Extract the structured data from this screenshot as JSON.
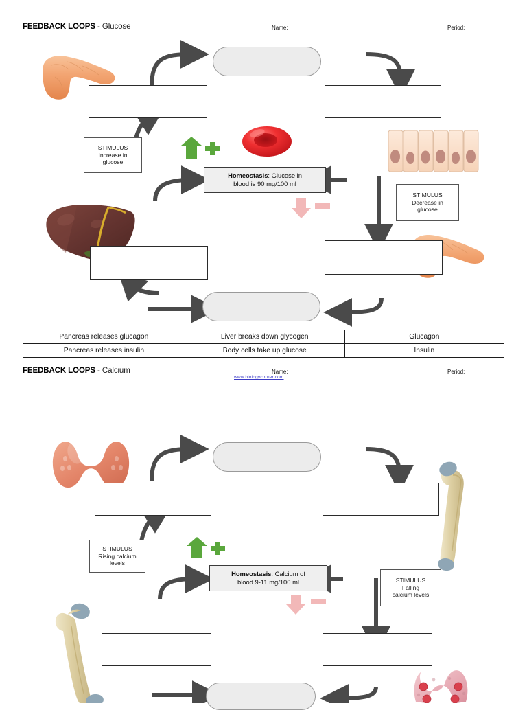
{
  "document": {
    "title_bold": "FEEDBACK LOOPS",
    "credit_url": "www.biologycorner.com"
  },
  "worksheets": [
    {
      "id": "glucose",
      "header": {
        "title_bold": "FEEDBACK LOOPS",
        "title_rest": " - Glucose",
        "name_label": "Name:",
        "period_label": "Period:"
      },
      "homeostasis": {
        "label": "Homeostasis",
        "separator": ":  ",
        "text_line1": "Glucose in",
        "text_line2": "blood is 90 mg/100 ml",
        "full_text": "Homeostasis:  Glucose in blood is 90 mg/100 ml"
      },
      "stimulus_left": {
        "heading": "STIMULUS",
        "line1": "Increase in",
        "line2": "glucose"
      },
      "stimulus_right": {
        "heading": "STIMULUS",
        "line1": "Decrease in",
        "line2": "glucose"
      },
      "blank_boxes": [
        {
          "name": "top-response-oval",
          "value": ""
        },
        {
          "name": "upper-left-rect",
          "value": ""
        },
        {
          "name": "upper-right-rect",
          "value": ""
        },
        {
          "name": "lower-left-rect",
          "value": ""
        },
        {
          "name": "lower-right-rect",
          "value": ""
        },
        {
          "name": "bottom-response-oval",
          "value": ""
        }
      ],
      "illustrations": [
        {
          "name": "pancreas-icon",
          "position": "top-left"
        },
        {
          "name": "liver-icon",
          "position": "mid-left"
        },
        {
          "name": "red-blood-cell-icon",
          "position": "center"
        },
        {
          "name": "body-cells-icon",
          "position": "mid-right"
        },
        {
          "name": "pancreas-icon",
          "position": "lower-right"
        }
      ],
      "indicators": {
        "increase_arrow": "green-up-arrow-icon",
        "increase_sign": "green-plus-icon",
        "decrease_arrow": "pink-down-arrow-icon",
        "decrease_sign": "pink-minus-icon"
      },
      "answer_bank": {
        "rows": [
          [
            "Pancreas releases glucagon",
            "Liver breaks down glycogen",
            "Glucagon"
          ],
          [
            "Pancreas releases insulin",
            "Body cells take up glucose",
            "Insulin"
          ]
        ]
      }
    },
    {
      "id": "calcium",
      "header": {
        "title_bold": "FEEDBACK LOOPS",
        "title_rest": " - Calcium",
        "name_label": "Name:",
        "period_label": "Period:",
        "credit": "www.biologycorner.com"
      },
      "homeostasis": {
        "label": "Homeostasis",
        "separator": ":  ",
        "text_line1": "Calcium of",
        "text_line2": "blood 9-11 mg/100 ml",
        "full_text": "Homeostasis:  Calcium of blood 9-11 mg/100 ml"
      },
      "stimulus_left": {
        "heading": "STIMULUS",
        "line1": "Rising calcium",
        "line2": "levels"
      },
      "stimulus_right": {
        "heading": "STIMULUS",
        "line1": "Falling",
        "line2": "calcium levels"
      },
      "blank_boxes": [
        {
          "name": "top-response-oval",
          "value": ""
        },
        {
          "name": "upper-left-rect",
          "value": ""
        },
        {
          "name": "upper-right-rect",
          "value": ""
        },
        {
          "name": "lower-left-rect",
          "value": ""
        },
        {
          "name": "lower-right-rect",
          "value": ""
        },
        {
          "name": "bottom-response-oval",
          "value": ""
        }
      ],
      "illustrations": [
        {
          "name": "thyroid-icon",
          "position": "top-left"
        },
        {
          "name": "bone-icon",
          "position": "top-right"
        },
        {
          "name": "bone-icon",
          "position": "lower-left"
        },
        {
          "name": "parathyroid-icon",
          "position": "lower-right"
        }
      ],
      "indicators": {
        "increase_arrow": "green-up-arrow-icon",
        "increase_sign": "green-plus-icon",
        "decrease_arrow": "pink-down-arrow-icon",
        "decrease_sign": "pink-minus-icon"
      }
    }
  ],
  "colors": {
    "arrow_gray": "#4a4a4a",
    "green": "#5aa73c",
    "pink": "#f2b8b8",
    "oval_fill": "#ececec",
    "homeostasis_fill": "#efefef",
    "link_blue": "#3b3bc6",
    "pancreas": "#f0a06a",
    "liver": "#6e3a35",
    "rbc": "#e8262a",
    "thyroid": "#e8967a",
    "bone": "#ded2a8"
  }
}
